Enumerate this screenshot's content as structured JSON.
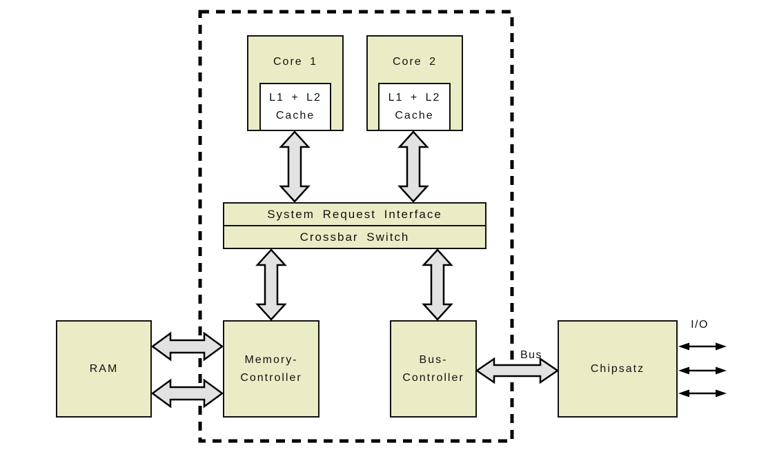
{
  "colors": {
    "box_fill": "#eaecc5",
    "cache_fill": "#ffffff",
    "arrow_fill": "#e2e2e2",
    "line_color": "#000000",
    "background": "#ffffff"
  },
  "cpu_package": {
    "cores": [
      {
        "label": "Core 1",
        "cache_line1": "L1 + L2",
        "cache_line2": "Cache"
      },
      {
        "label": "Core 2",
        "cache_line1": "L1 + L2",
        "cache_line2": "Cache"
      }
    ],
    "system_request_interface_label": "System Request Interface",
    "crossbar_switch_label": "Crossbar Switch",
    "memory_controller": {
      "line1": "Memory-",
      "line2": "Controller"
    },
    "bus_controller": {
      "line1": "Bus-",
      "line2": "Controller"
    }
  },
  "external": {
    "ram_label": "RAM",
    "chipset_label": "Chipsatz",
    "bus_arrow_label": "Bus",
    "io_label": "I/O"
  }
}
